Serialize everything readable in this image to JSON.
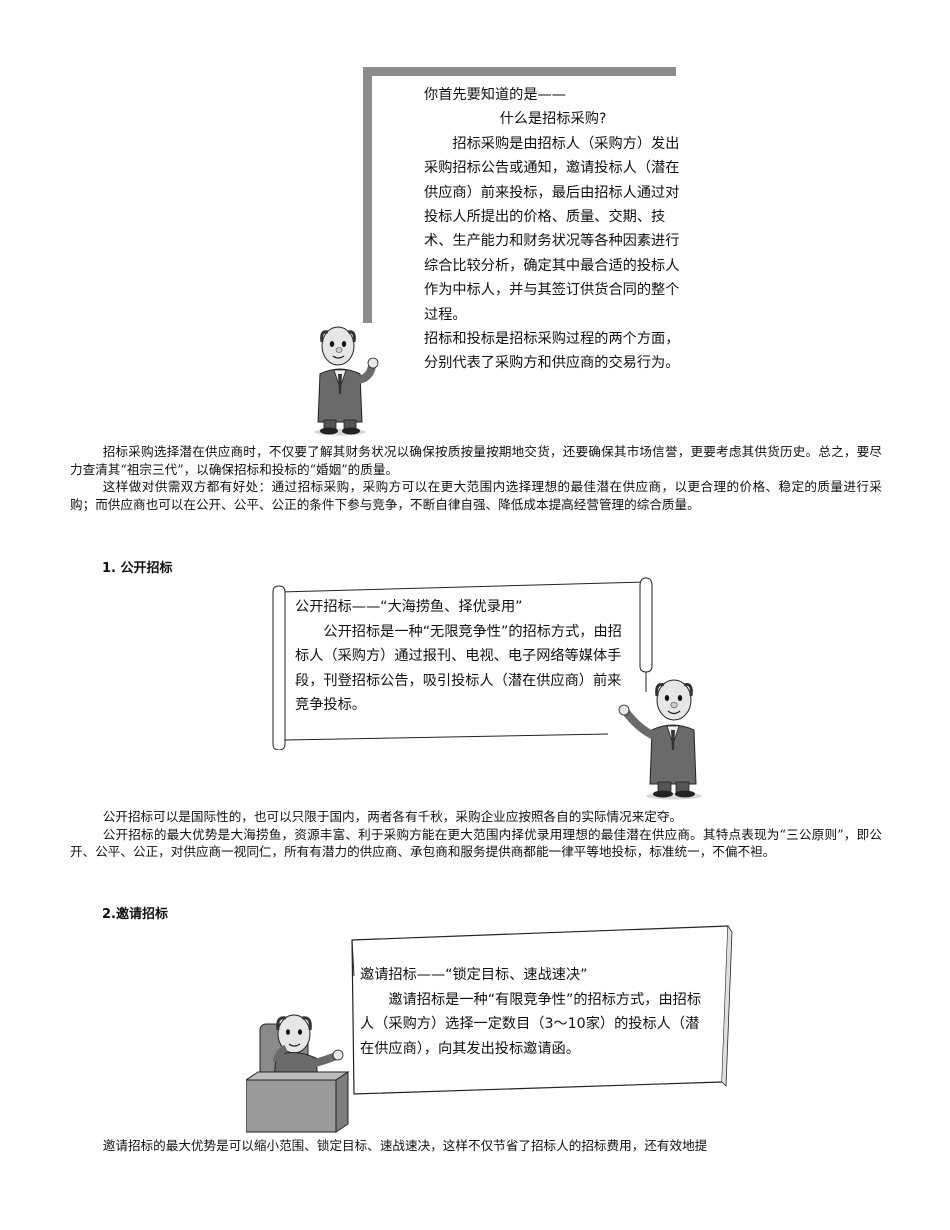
{
  "callout1": {
    "line1": "你首先要知道的是——",
    "line2": "什么是招标采购?",
    "p1": "招标采购是由招标人（采购方）发出采购招标公告或通知，邀请投标人（潜在供应商）前来投标，最后由招标人通过对投标人所提出的价格、质量、交期、技术、生产能力和财务状况等各种因素进行综合比较分析，确定其中最合适的投标人作为中标人，并与其签订供货合同的整个过程。",
    "p2": "招标和投标是招标采购过程的两个方面，分别代表了采购方和供应商的交易行为。"
  },
  "body1": {
    "p1": "招标采购选择潜在供应商时，不仅要了解其财务状况以确保按质按量按期地交货，还要确保其市场信誉，更要考虑其供货历史。总之，要尽力查清其“祖宗三代”，以确保招标和投标的“婚姻”的质量。",
    "p2": "这样做对供需双方都有好处：通过招标采购，采购方可以在更大范围内选择理想的最佳潜在供应商，以更合理的价格、稳定的质量进行采购；而供应商也可以在公开、公平、公正的条件下参与竞争，不断自律自强、降低成本提高经营管理的综合质量。"
  },
  "section1": {
    "heading": "1. 公开招标"
  },
  "scroll": {
    "title": "公开招标——“大海捞鱼、择优录用”",
    "body": "公开招标是一种“无限竞争性”的招标方式，由招标人（采购方）通过报刊、电视、电子网络等媒体手段，刊登招标公告，吸引投标人（潜在供应商）前来竞争投标。"
  },
  "body2": {
    "p1": "公开招标可以是国际性的，也可以只限于国内，两者各有千秋，采购企业应按照各自的实际情况来定夺。",
    "p2": "公开招标的最大优势是大海捞鱼，资源丰富、利于采购方能在更大范围内择优录用理想的最佳潜在供应商。其特点表现为“三公原则”，即公开、公平、公正，对供应商一视同仁，所有有潜力的供应商、承包商和服务提供商都能一律平等地投标，标准统一，不偏不袒。"
  },
  "section2": {
    "heading": "2.邀请招标"
  },
  "paper": {
    "title": "邀请招标——“锁定目标、速战速决”",
    "body": "邀请招标是一种“有限竞争性”的招标方式，由招标人（采购方）选择一定数目（3～10家）的投标人（潜在供应商），向其发出投标邀请函。"
  },
  "body3": {
    "p1": "邀请招标的最大优势是可以缩小范围、锁定目标、速战速决，这样不仅节省了招标人的招标费用，还有效地提"
  }
}
